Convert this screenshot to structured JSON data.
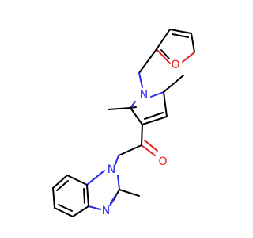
{
  "diagram": {
    "kind": "chemical-structure",
    "colors": {
      "bond": "#000000",
      "nitrogen": "#2a2ae8",
      "oxygen": "#e81c1c",
      "background": "#ffffff"
    },
    "atoms": {
      "furan_oxygen": "O",
      "pyrrole_nitrogen": "N",
      "carbonyl_oxygen": "O",
      "benzimidazole_n1": "N",
      "benzimidazole_n3": "N"
    }
  }
}
